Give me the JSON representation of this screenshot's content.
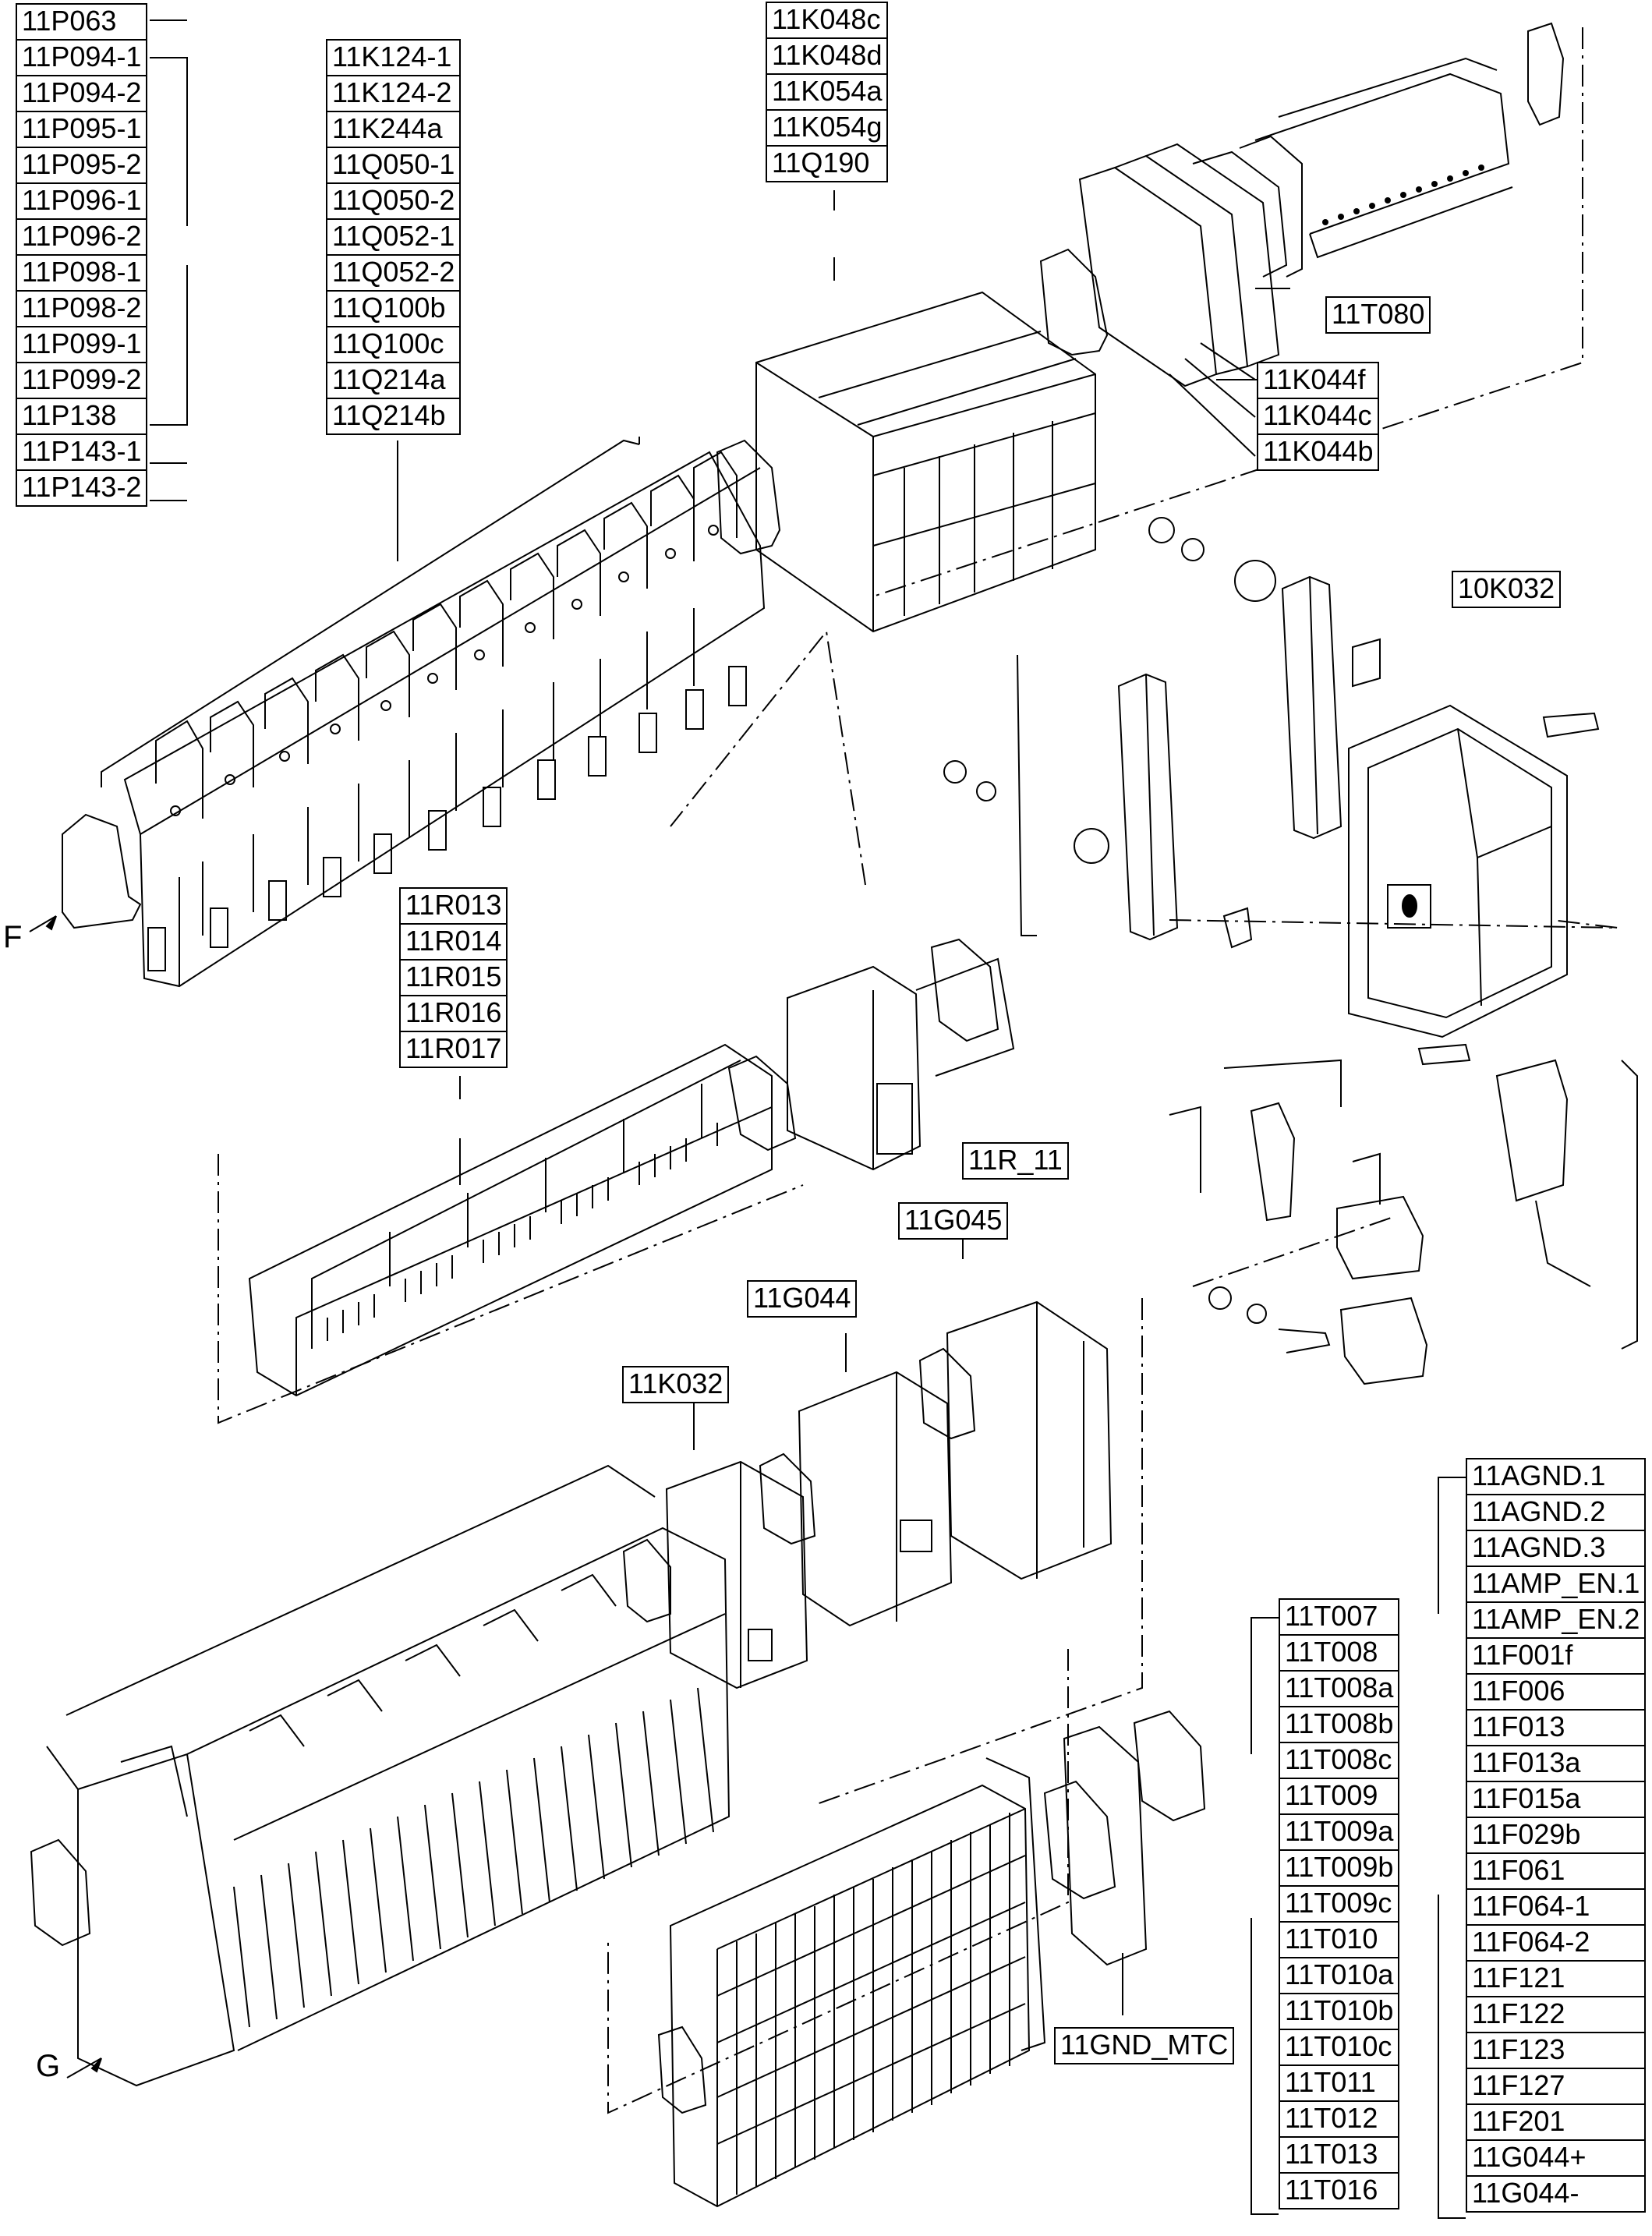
{
  "label_groups": {
    "p_group": [
      "11P063",
      "11P094-1",
      "11P094-2",
      "11P095-1",
      "11P095-2",
      "11P096-1",
      "11P096-2",
      "11P098-1",
      "11P098-2",
      "11P099-1",
      "11P099-2",
      "11P138",
      "11P143-1",
      "11P143-2"
    ],
    "kq_group": [
      "11K124-1",
      "11K124-2",
      "11K244a",
      "11Q050-1",
      "11Q050-2",
      "11Q052-1",
      "11Q052-2",
      "11Q100b",
      "11Q100c",
      "11Q214a",
      "11Q214b"
    ],
    "k048_group": [
      "11K048c",
      "11K048d",
      "11K054a",
      "11K054g",
      "11Q190"
    ],
    "k044_group": [
      "11K044f",
      "11K044c",
      "11K044b"
    ],
    "r_group": [
      "11R013",
      "11R014",
      "11R015",
      "11R016",
      "11R017"
    ],
    "t_group": [
      "11T007",
      "11T008",
      "11T008a",
      "11T008b",
      "11T008c",
      "11T009",
      "11T009a",
      "11T009b",
      "11T009c",
      "11T010",
      "11T010a",
      "11T010b",
      "11T010c",
      "11T011",
      "11T012",
      "11T013",
      "11T016"
    ],
    "agnd_group": [
      "11AGND.1",
      "11AGND.2",
      "11AGND.3",
      "11AMP_EN.1",
      "11AMP_EN.2",
      "11F001f",
      "11F006",
      "11F013",
      "11F013a",
      "11F015a",
      "11F029b",
      "11F061",
      "11F064-1",
      "11F064-2",
      "11F121",
      "11F122",
      "11F123",
      "11F127",
      "11F201",
      "11G044+",
      "11G044-"
    ]
  },
  "single_labels": {
    "t080": "11T080",
    "k032_top": "10K032",
    "r11": "11R_11",
    "g045": "11G045",
    "g044": "11G044",
    "k032": "11K032",
    "gnd_mtc": "11GND_MTC"
  },
  "view_markers": {
    "f": "F",
    "g": "G"
  }
}
